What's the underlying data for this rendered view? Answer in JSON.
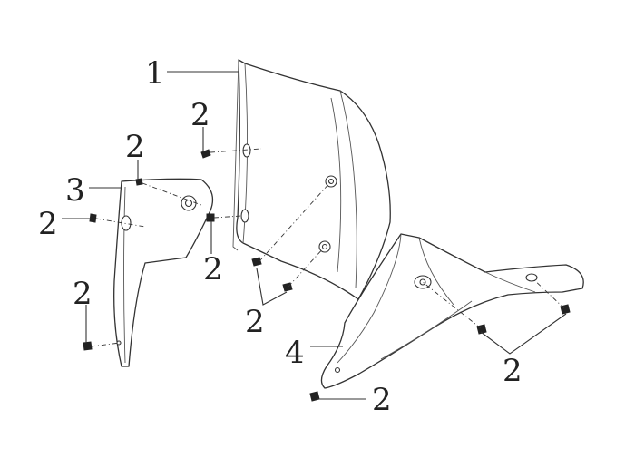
{
  "callouts": {
    "windscreen": "1",
    "bolt_top": "2",
    "bolt_bracket_top": "2",
    "bracket": "3",
    "bolt_bracket_left": "2",
    "bolt_bracket_side": "2",
    "bolt_screen_lower": "2",
    "bolt_bracket_bottom": "2",
    "cover": "4",
    "bolt_cover_right": "2",
    "bolt_cover_tip": "2"
  }
}
